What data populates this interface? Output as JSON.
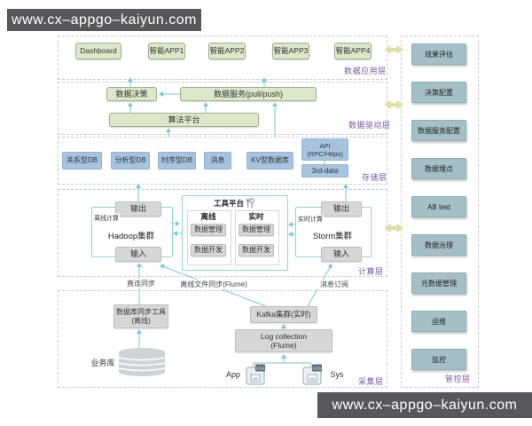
{
  "watermark": {
    "text": "www.cx–appgo–kaiyun.com"
  },
  "layers": {
    "app": {
      "label": "数据应用层",
      "items": [
        "Dashboard",
        "智能APP1",
        "智能APP2",
        "智能APP3",
        "智能APP4"
      ]
    },
    "driver": {
      "label": "数据驱动层",
      "decision": "数据决策",
      "service": "数据服务(pull/push)",
      "algorithm": "算法平台"
    },
    "storage": {
      "label": "存储层",
      "items": [
        "关系型DB",
        "分析型DB",
        "时序型DB",
        "消息",
        "KV型数据库"
      ],
      "api": "API\n(RPC/Https)",
      "third_data": "3rd-data"
    },
    "compute": {
      "label": "计算层",
      "hadoop": {
        "tag": "离线计算",
        "output": "输出",
        "name": "Hadoop集群",
        "input": "输入"
      },
      "tools": {
        "title": "工具平台",
        "offline": {
          "name": "离线",
          "mgmt": "数据管理",
          "dev": "数据开发"
        },
        "realtime": {
          "name": "实时",
          "mgmt": "数据管理",
          "dev": "数据开发"
        }
      },
      "storm": {
        "tag": "实时计算",
        "output": "输出",
        "name": "Storm集群",
        "input": "输入"
      }
    },
    "collect": {
      "label": "采集层",
      "sync_tool": "数据库同步工具\n(离线)",
      "biz_db": "业务库",
      "kafka": "Kafka集群(实时)",
      "log_collection": "Log collection\n(Flume)",
      "app_source": "App",
      "sys_source": "Sys",
      "log_badge": "LOG"
    },
    "control": {
      "label": "管控层",
      "items": [
        "效果评估",
        "决策配置",
        "数据服务配置",
        "数据埋点",
        "AB test",
        "数据治理",
        "元数据管理",
        "运维",
        "监控"
      ]
    }
  },
  "edge_labels": {
    "direct_sync": "直连同步",
    "offline_file_sync": "离线文件同步(Flume)",
    "message_subscribe": "消息订阅"
  },
  "colors": {
    "watermark_bg": "#58585a",
    "green_box": "#dde8cb",
    "blue_box": "#a6c4df",
    "gray_box": "#d7d7d7",
    "sidebar_box": "#a4bfc6",
    "outline_teal": "#94cfd9",
    "connector": "#7cc5d8",
    "layer_label": "#7b5aa6",
    "double_arrow": "#dce1a8"
  }
}
